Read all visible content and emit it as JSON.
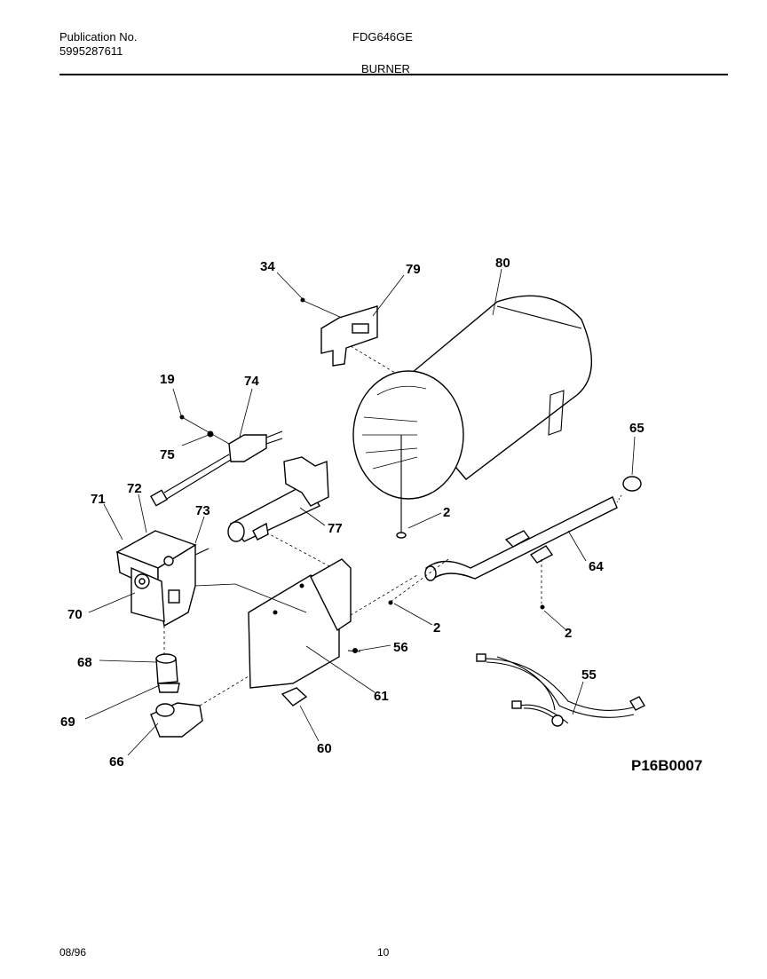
{
  "header": {
    "publication_label": "Publication No.",
    "publication_number": "5995287611",
    "model": "FDG646GE",
    "section": "BURNER"
  },
  "diagram": {
    "reference_code": "P16B0007",
    "callouts": {
      "c34": "34",
      "c79": "79",
      "c80": "80",
      "c19": "19",
      "c74": "74",
      "c75": "75",
      "c65": "65",
      "c71": "71",
      "c72": "72",
      "c73": "73",
      "c2a": "2",
      "c77": "77",
      "c64": "64",
      "c70": "70",
      "c2b": "2",
      "c2c": "2",
      "c56": "56",
      "c68": "68",
      "c55": "55",
      "c61": "61",
      "c69": "69",
      "c60": "60",
      "c66": "66"
    }
  },
  "footer": {
    "date": "08/96",
    "page": "10"
  }
}
